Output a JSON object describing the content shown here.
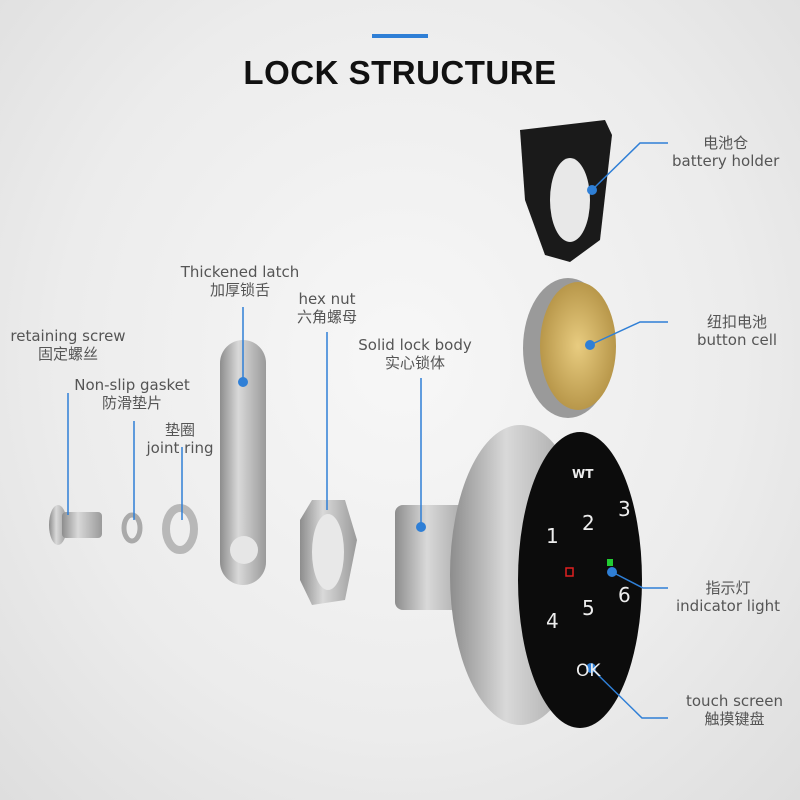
{
  "header": {
    "title": "LOCK STRUCTURE"
  },
  "labels": {
    "battery_holder": {
      "cn": "电池仓",
      "en": "battery holder"
    },
    "button_cell": {
      "cn": "纽扣电池",
      "en": "button cell"
    },
    "indicator_light": {
      "cn": "指示灯",
      "en": "indicator light"
    },
    "touch_screen": {
      "en": "touch screen",
      "cn": "触摸键盘"
    },
    "thickened_latch": {
      "en": "Thickened latch",
      "cn": "加厚锁舌"
    },
    "hex_nut": {
      "en": "hex nut",
      "cn": "六角螺母"
    },
    "solid_lock_body": {
      "en": "Solid lock body",
      "cn": "实心锁体"
    },
    "retaining_screw": {
      "en": "retaining screw",
      "cn": "固定螺丝"
    },
    "non_slip_gasket": {
      "en": "Non-slip gasket",
      "cn": "防滑垫片"
    },
    "joint_ring": {
      "cn": "垫圈",
      "en": "joint ring"
    }
  },
  "keypad": {
    "brand": "WT",
    "keys": [
      "1",
      "2",
      "3",
      "4",
      "5",
      "6",
      "OK"
    ]
  },
  "colors": {
    "accent": "#2f7fd6",
    "leader": "#2f7fd6",
    "indicator_red": "#e02020",
    "indicator_green": "#22cc33"
  }
}
